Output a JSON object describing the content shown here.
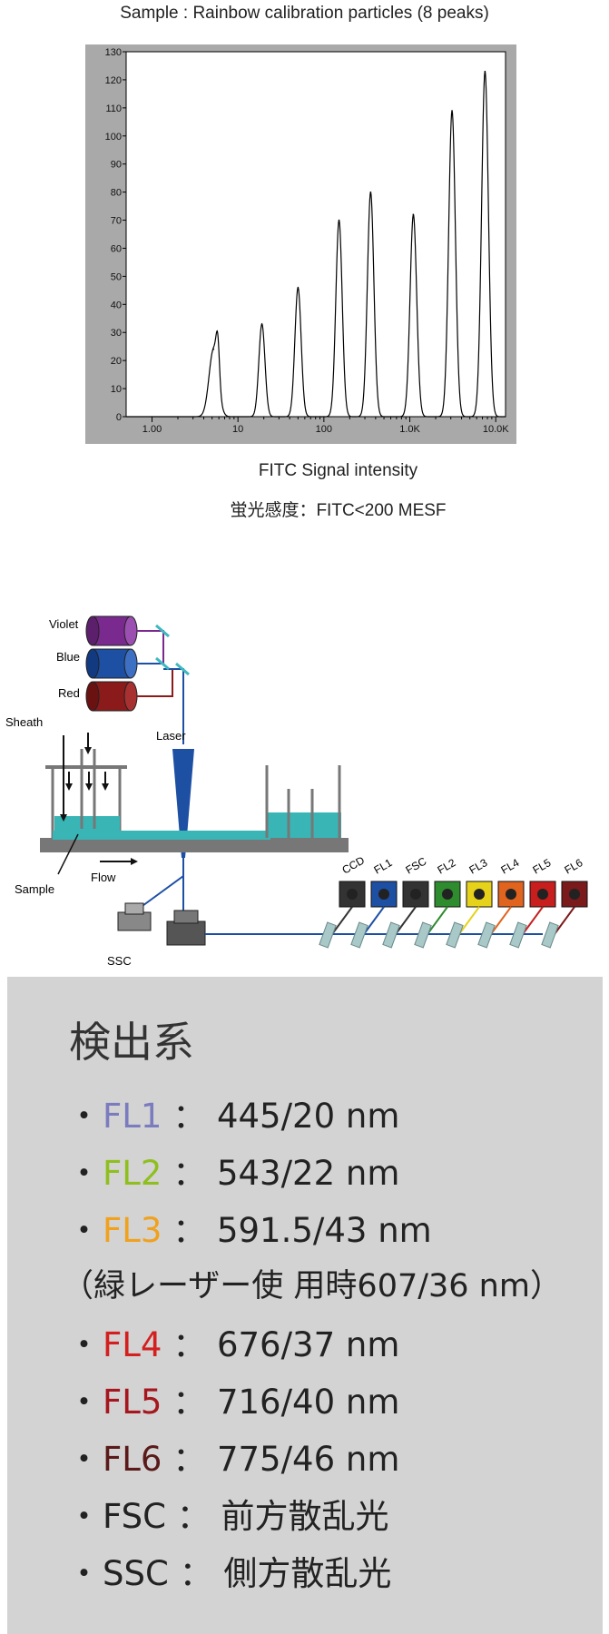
{
  "sample_title": "Sample : Rainbow calibration particles (8 peaks)",
  "x_axis_label": "FITC Signal intensity",
  "sensitivity": "蛍光感度：FITC<200 MESF",
  "chart_data": {
    "type": "line",
    "title": "Sample : Rainbow calibration particles (8 peaks)",
    "xlabel": "FITC Signal intensity",
    "ylabel": "",
    "xscale": "log",
    "xlim": [
      0.5,
      13000
    ],
    "ylim": [
      0,
      130
    ],
    "yticks": [
      0,
      10,
      20,
      30,
      40,
      50,
      60,
      70,
      80,
      90,
      100,
      110,
      120,
      130
    ],
    "xticks": [
      {
        "value": 1,
        "label": "1.00"
      },
      {
        "value": 10,
        "label": "10"
      },
      {
        "value": 100,
        "label": "100"
      },
      {
        "value": 1000,
        "label": "1.0K"
      },
      {
        "value": 10000,
        "label": "10.0K"
      }
    ],
    "grid": false,
    "peaks": [
      {
        "x": 5.2,
        "height": 24
      },
      {
        "x": 19,
        "height": 33
      },
      {
        "x": 50,
        "height": 46
      },
      {
        "x": 150,
        "height": 70
      },
      {
        "x": 350,
        "height": 80
      },
      {
        "x": 1100,
        "height": 72
      },
      {
        "x": 3100,
        "height": 109
      },
      {
        "x": 7500,
        "height": 123
      }
    ]
  },
  "optics": {
    "lasers": [
      {
        "label": "Violet",
        "color": "#7a2a8e"
      },
      {
        "label": "Blue",
        "color": "#1d4fa3"
      },
      {
        "label": "Red",
        "color": "#8b1a1a"
      }
    ],
    "sheath_label": "Sheath",
    "laser_label": "Laser",
    "sample_label": "Sample",
    "flow_label": "Flow",
    "ssc_label": "SSC",
    "detectors": [
      {
        "label": "CCD",
        "color": "#333333"
      },
      {
        "label": "FL1",
        "color": "#1d4fa3"
      },
      {
        "label": "FSC",
        "color": "#333333"
      },
      {
        "label": "FL2",
        "color": "#2e8b2e"
      },
      {
        "label": "FL3",
        "color": "#e6d21a"
      },
      {
        "label": "FL4",
        "color": "#e0641e"
      },
      {
        "label": "FL5",
        "color": "#c81e1e"
      },
      {
        "label": "FL6",
        "color": "#7a1a1a"
      }
    ]
  },
  "detection": {
    "title": "検出系",
    "bullet": "・",
    "sep": "：",
    "rows": [
      {
        "name": "FL1",
        "value": "445/20 nm",
        "color": "#7b7bbf"
      },
      {
        "name": "FL2",
        "value": "543/22 nm",
        "color": "#8fbf1f"
      },
      {
        "name": "FL3",
        "value": "591.5/43 nm",
        "color": "#f0a11e"
      },
      {
        "name": "FL4",
        "value": "676/37 nm",
        "color": "#d41f1f"
      },
      {
        "name": "FL5",
        "value": "716/40 nm",
        "color": "#a5161e"
      },
      {
        "name": "FL6",
        "value": "775/46 nm",
        "color": "#5a1a1a"
      },
      {
        "name": "FSC",
        "value": "前方散乱光",
        "color": "#222222"
      },
      {
        "name": "SSC",
        "value": "側方散乱光",
        "color": "#222222"
      }
    ],
    "note": "（緑レーザー使 用時607/36 nm）"
  }
}
